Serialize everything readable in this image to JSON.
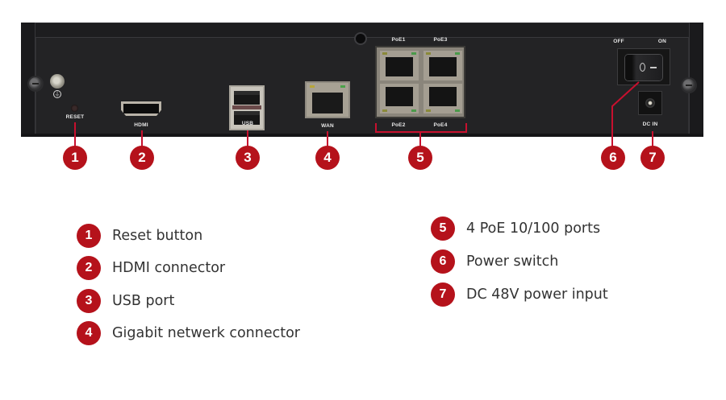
{
  "device": {
    "name": "NVR rear panel",
    "panel_labels": {
      "reset": "RESET",
      "hdmi": "HDMI",
      "usb": "USB",
      "wan": "WAN",
      "poe1": "PoE1",
      "poe2": "PoE2",
      "poe3": "PoE3",
      "poe4": "PoE4",
      "off": "OFF",
      "on": "ON",
      "dc_in": "DC IN"
    },
    "ground_symbol": "⏚",
    "switch_symbols": {
      "off": "O",
      "on": "—"
    }
  },
  "callouts": [
    "1",
    "2",
    "3",
    "4",
    "5",
    "6",
    "7"
  ],
  "legend": {
    "left": [
      {
        "number": "1",
        "label": "Reset button"
      },
      {
        "number": "2",
        "label": "HDMI connector"
      },
      {
        "number": "3",
        "label": "USB port"
      },
      {
        "number": "4",
        "label": "Gigabit netwerk connector"
      }
    ],
    "right": [
      {
        "number": "5",
        "label": "4 PoE 10/100 ports"
      },
      {
        "number": "6",
        "label": "Power switch"
      },
      {
        "number": "7",
        "label": "DC 48V power input"
      }
    ]
  },
  "colors": {
    "accent_red": "#b5121b",
    "device_body": "#1d1d1f",
    "legend_text": "#333333"
  }
}
